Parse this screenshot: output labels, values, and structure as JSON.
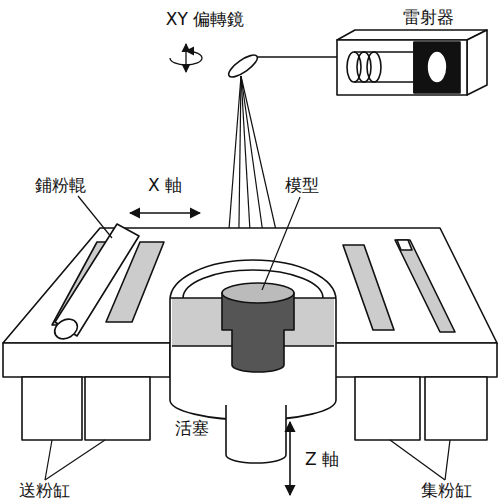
{
  "diagram": {
    "labels": [
      "XY 偏轉鏡",
      "雷射器",
      "鋪粉輥",
      "X 軸",
      "模型",
      "活塞",
      "Z 軸",
      "送粉缸",
      "集粉缸"
    ]
  }
}
